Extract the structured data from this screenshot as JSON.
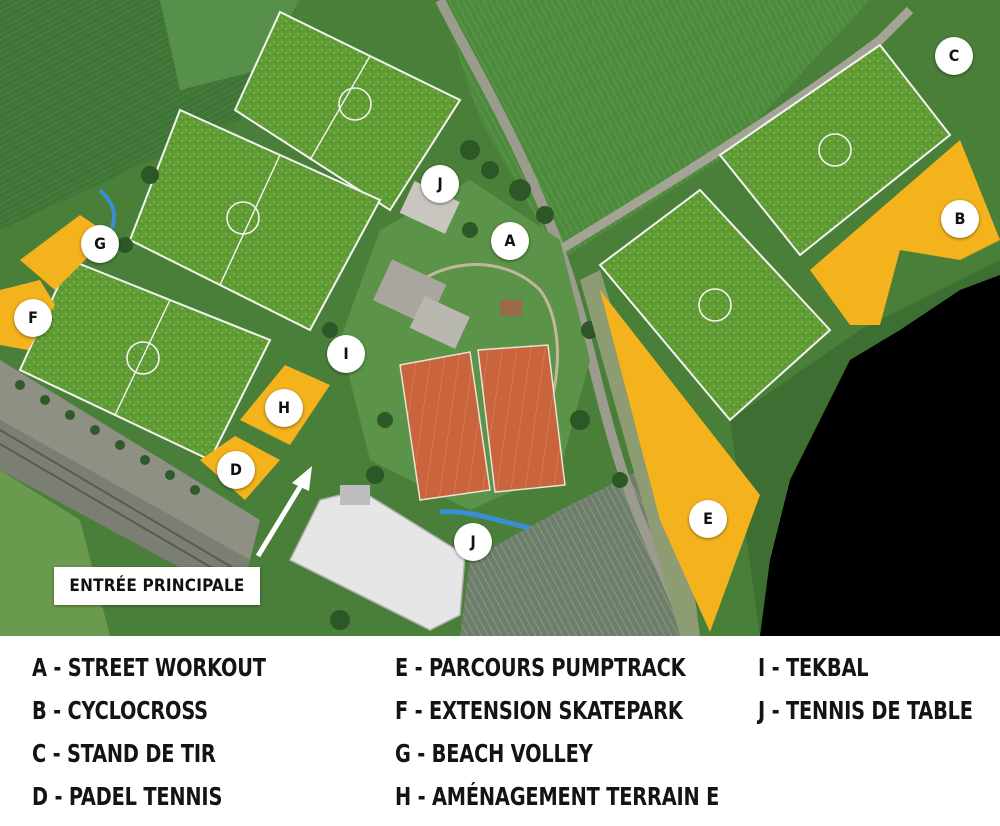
{
  "map": {
    "entrance_label": "ENTRÉE PRINCIPALE",
    "colors": {
      "field": "#5d9a35",
      "farmland": "#4f8a3c",
      "zone_highlight": "#f4b21c",
      "tennis_courts": "#c9643c",
      "water": "#000000"
    },
    "markers": {
      "A": "A",
      "B": "B",
      "C": "C",
      "D": "D",
      "E": "E",
      "F": "F",
      "G": "G",
      "H": "H",
      "I": "I",
      "J1": "J",
      "J2": "J"
    }
  },
  "legend": {
    "A": "A - STREET WORKOUT",
    "B": "B - CYCLOCROSS",
    "C": "C - STAND DE TIR",
    "D": "D - PADEL TENNIS",
    "E": "E - PARCOURS PUMPTRACK",
    "F": "F - EXTENSION SKATEPARK",
    "G": "G - BEACH VOLLEY",
    "H": "H -  AMÉNAGEMENT TERRAIN E",
    "I": "I - TEKBAL",
    "J": "J - TENNIS DE TABLE"
  }
}
